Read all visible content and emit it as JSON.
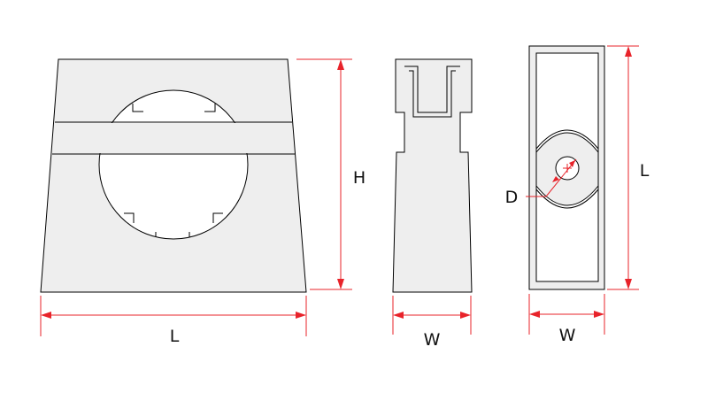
{
  "labels": {
    "front_width": "L",
    "height": "H",
    "side_width": "W",
    "diameter": "D",
    "top_length": "L",
    "top_width": "W"
  },
  "colors": {
    "dimension_line": "#e8232a",
    "outline": "#000000",
    "part_fill": "#eeeeee"
  }
}
